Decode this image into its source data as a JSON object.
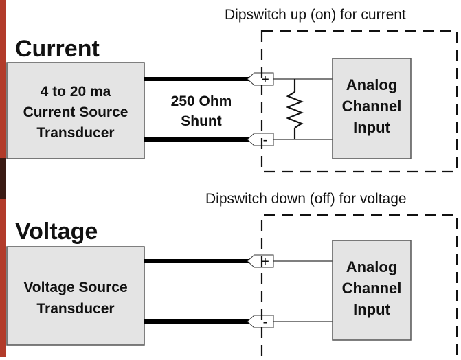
{
  "colors": {
    "box_fill": "#e4e4e4",
    "box_stroke": "#555555",
    "wire": "#000000",
    "text": "#111111",
    "edge_strip": "#b23b2a"
  },
  "current_section": {
    "heading": "Current",
    "dipswitch_note": "Dipswitch up (on) for current",
    "source_lines": [
      "4 to 20 ma",
      "Current Source",
      "Transducer"
    ],
    "shunt_lines": [
      "250 Ohm",
      "Shunt"
    ],
    "terminal_plus": "+",
    "terminal_minus": "-",
    "channel_lines": [
      "Analog",
      "Channel",
      "Input"
    ]
  },
  "voltage_section": {
    "heading": "Voltage",
    "dipswitch_note": "Dipswitch down (off) for voltage",
    "source_lines": [
      "Voltage Source",
      "Transducer"
    ],
    "terminal_plus": "+",
    "terminal_minus": "-",
    "channel_lines": [
      "Analog",
      "Channel",
      "Input"
    ]
  }
}
